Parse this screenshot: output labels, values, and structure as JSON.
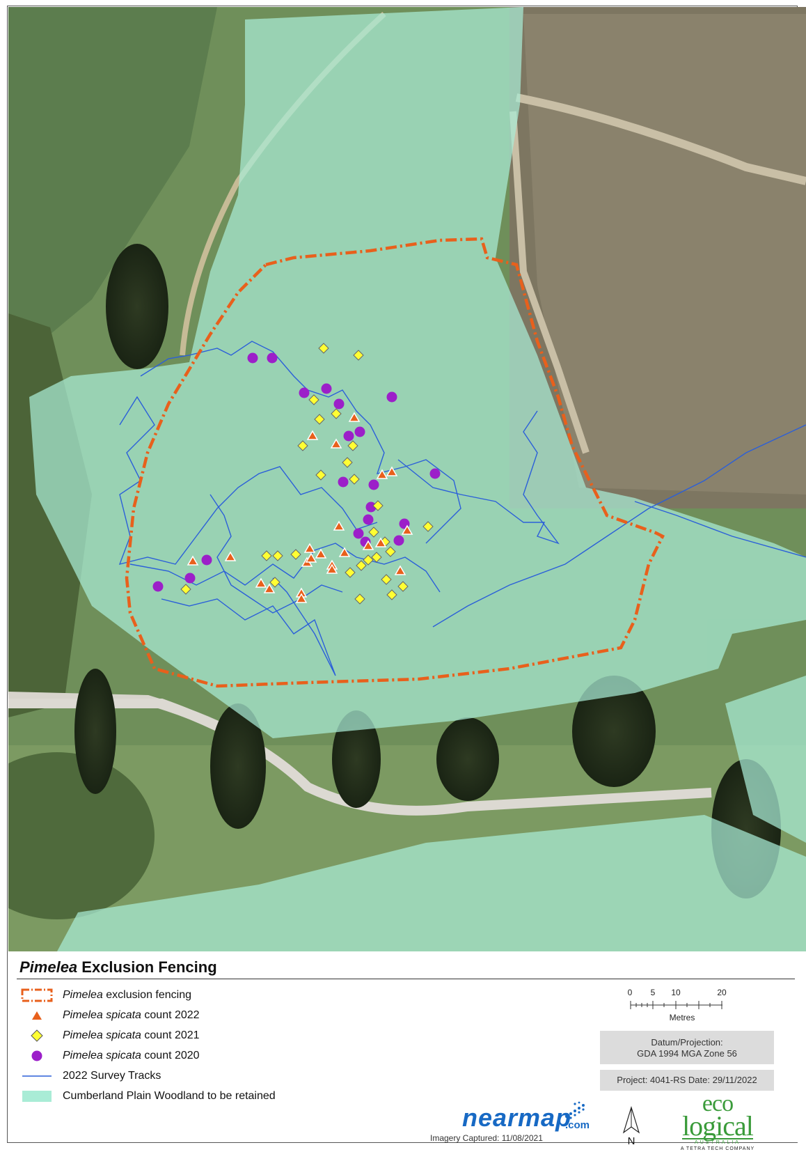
{
  "legend": {
    "title_italic": "Pimelea",
    "title_rest": " Exclusion Fencing",
    "items": [
      {
        "italic": "Pimelea",
        "rest": " exclusion fencing",
        "symbol": "fence"
      },
      {
        "italic": "Pimelea spicata",
        "rest": " count 2022",
        "symbol": "triangle"
      },
      {
        "italic": "Pimelea spicata",
        "rest": " count 2021",
        "symbol": "diamond"
      },
      {
        "italic": "Pimelea spicata",
        "rest": " count 2020",
        "symbol": "circle"
      },
      {
        "italic": "",
        "rest": "2022 Survey Tracks",
        "symbol": "line"
      },
      {
        "italic": "",
        "rest": "Cumberland Plain Woodland to be retained",
        "symbol": "area"
      }
    ]
  },
  "scale": {
    "ticks": [
      "0",
      "5",
      "10",
      "20"
    ],
    "units": "Metres"
  },
  "datum": {
    "line1": "Datum/Projection:",
    "line2": "GDA 1994 MGA Zone 56"
  },
  "project": "Project: 4041-RS   Date: 29/11/2022",
  "nearmap": {
    "word": "nearmap",
    "com": ".com",
    "caption": "Imagery Captured: 11/08/2021"
  },
  "north_label": "N",
  "eco_logo": {
    "line1": "eco",
    "line2": "logical",
    "line3": "AUSTRALIA",
    "line4": "A TETRA TECH COMPANY"
  },
  "colors": {
    "fence": "#e8601c",
    "triangle": "#e8601c",
    "diamond": "#ffff33",
    "circle": "#9c1fc9",
    "track": "#2b5fd9",
    "woodland": "#a9ecd6"
  },
  "points_2022": [
    [
      277,
      806
    ],
    [
      331,
      800
    ],
    [
      375,
      838
    ],
    [
      387,
      846
    ],
    [
      433,
      852
    ],
    [
      433,
      860
    ],
    [
      441,
      808
    ],
    [
      445,
      788
    ],
    [
      447,
      802
    ],
    [
      461,
      796
    ],
    [
      477,
      812
    ],
    [
      477,
      818
    ],
    [
      495,
      794
    ],
    [
      449,
      626
    ],
    [
      483,
      638
    ],
    [
      509,
      600
    ],
    [
      487,
      756
    ],
    [
      529,
      784
    ],
    [
      547,
      780
    ],
    [
      549,
      682
    ],
    [
      563,
      678
    ],
    [
      575,
      820
    ],
    [
      585,
      762
    ]
  ],
  "points_2021": [
    [
      465,
      500
    ],
    [
      515,
      510
    ],
    [
      451,
      574
    ],
    [
      459,
      602
    ],
    [
      483,
      594
    ],
    [
      435,
      640
    ],
    [
      507,
      640
    ],
    [
      499,
      664
    ],
    [
      461,
      682
    ],
    [
      509,
      688
    ],
    [
      543,
      726
    ],
    [
      537,
      764
    ],
    [
      383,
      798
    ],
    [
      399,
      798
    ],
    [
      425,
      796
    ],
    [
      267,
      846
    ],
    [
      395,
      836
    ],
    [
      503,
      822
    ],
    [
      519,
      812
    ],
    [
      529,
      804
    ],
    [
      541,
      800
    ],
    [
      553,
      778
    ],
    [
      517,
      860
    ],
    [
      555,
      832
    ],
    [
      563,
      854
    ],
    [
      579,
      842
    ],
    [
      615,
      756
    ],
    [
      561,
      792
    ]
  ],
  "points_2020": [
    [
      363,
      514
    ],
    [
      391,
      514
    ],
    [
      437,
      564
    ],
    [
      469,
      558
    ],
    [
      487,
      580
    ],
    [
      563,
      570
    ],
    [
      501,
      626
    ],
    [
      517,
      620
    ],
    [
      493,
      692
    ],
    [
      537,
      696
    ],
    [
      625,
      680
    ],
    [
      533,
      728
    ],
    [
      529,
      746
    ],
    [
      515,
      766
    ],
    [
      525,
      778
    ],
    [
      573,
      776
    ],
    [
      581,
      752
    ],
    [
      297,
      804
    ],
    [
      273,
      830
    ],
    [
      227,
      842
    ]
  ]
}
